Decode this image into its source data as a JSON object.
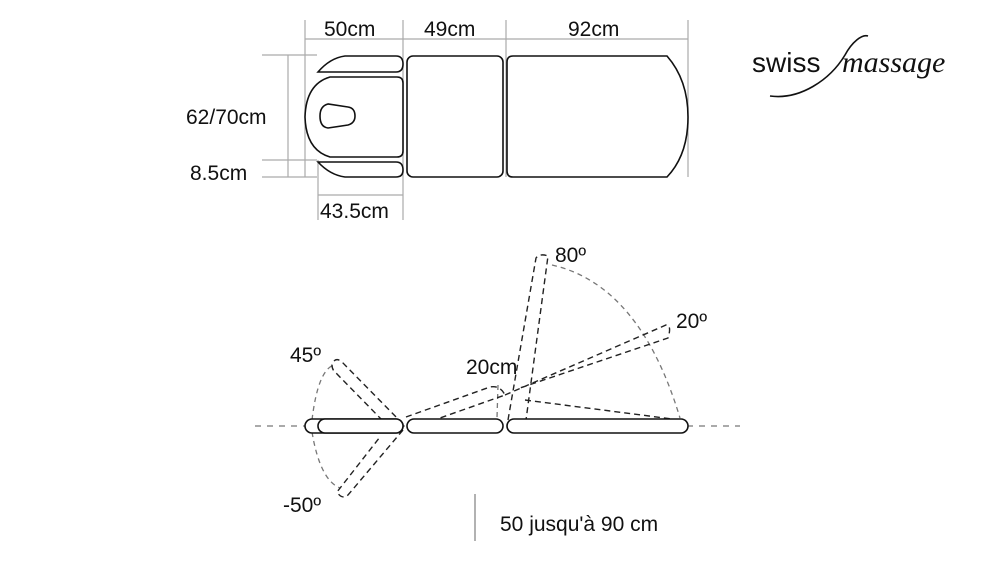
{
  "logo": {
    "brand_part1": "swiss",
    "brand_part2": "massage"
  },
  "top_view": {
    "width_head": "50cm",
    "width_middle": "49cm",
    "width_back": "92cm",
    "table_width": "62/70cm",
    "armrest_width": "8.5cm",
    "head_length": "43.5cm"
  },
  "side_view": {
    "head_up_angle": "45º",
    "head_down_angle": "-50º",
    "back_angle": "80º",
    "leg_angle": "20º",
    "lift": "20cm",
    "height_range": "50 jusqu'à 90 cm"
  }
}
